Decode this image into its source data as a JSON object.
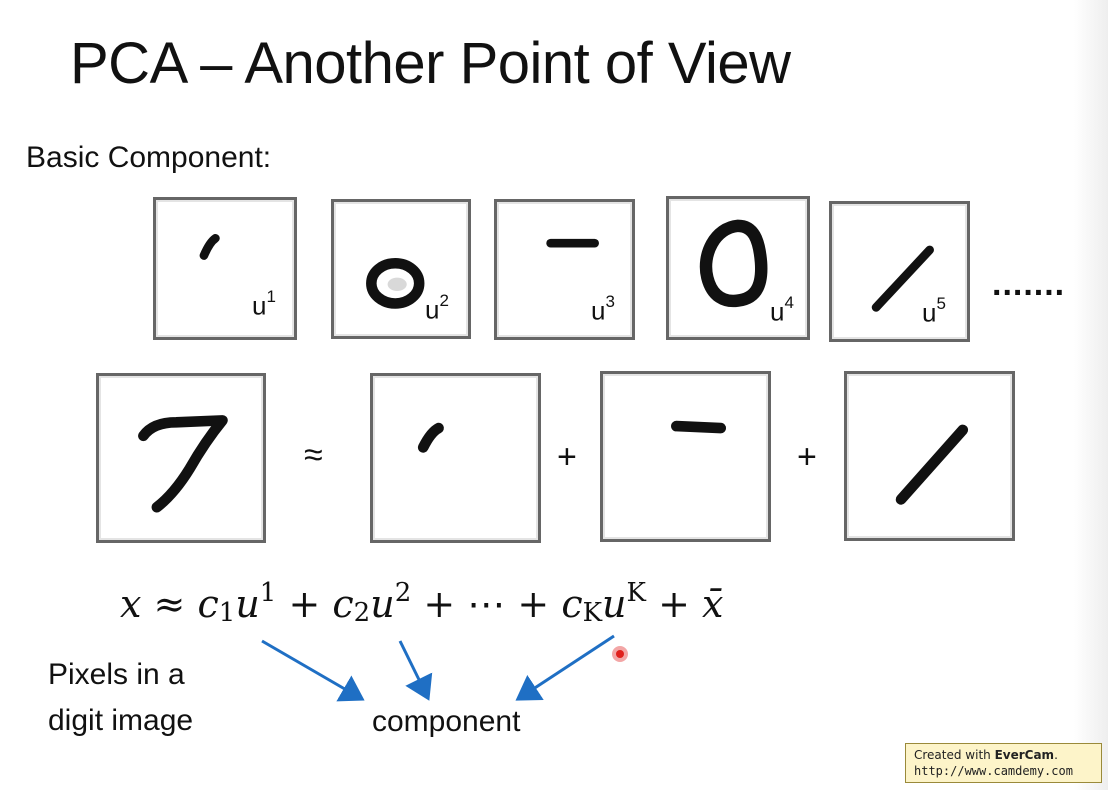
{
  "slide": {
    "title": "PCA – Another Point of View",
    "subtitle": "Basic Component:",
    "components": [
      {
        "base": "u",
        "sup": "1"
      },
      {
        "base": "u",
        "sup": "2"
      },
      {
        "base": "u",
        "sup": "3"
      },
      {
        "base": "u",
        "sup": "4"
      },
      {
        "base": "u",
        "sup": "5"
      }
    ],
    "ellipsis": ".......",
    "equation_ops": [
      "≈",
      "+",
      "+"
    ],
    "formula": {
      "x": "x",
      "approx": "≈",
      "c1": "c",
      "c1_sub": "1",
      "u1": "u",
      "u1_sup": "1",
      "plus1": "+",
      "c2": "c",
      "c2_sub": "2",
      "u2": "u",
      "u2_sup": "2",
      "plus2": "+",
      "cdots": "⋯",
      "plus3": "+",
      "cK": "c",
      "cK_sub": "K",
      "uK": "u",
      "uK_sup": "K",
      "plus4": "+",
      "xbar": "x̄"
    },
    "annotation_pixels": [
      "Pixels in a",
      "digit image"
    ],
    "annotation_component": "component"
  },
  "watermark": {
    "prefix": "Created with ",
    "brand": "EverCam",
    "suffix": ".",
    "url": "http://www.camdemy.com"
  },
  "colors": {
    "arrow": "#1f6fc4",
    "ink": "#111111",
    "frame": "#666666",
    "cursor": "#e0201c",
    "watermark_bg": "#fdf4c9"
  }
}
